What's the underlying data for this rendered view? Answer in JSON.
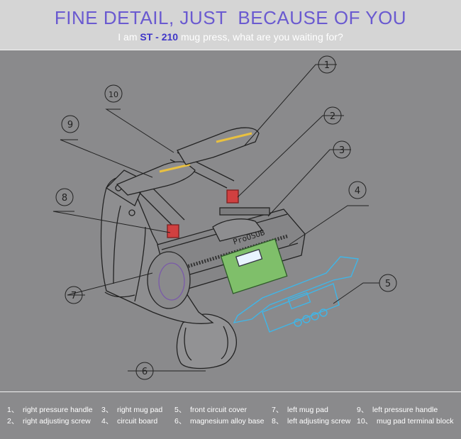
{
  "header": {
    "title": "FINE DETAIL, JUST  BECAUSE OF YOU",
    "subtitle_pre": "I am ",
    "subtitle_model": "ST - 210",
    "subtitle_post": " mug press, what are you waiting for?"
  },
  "callouts": [
    "1",
    "2",
    "3",
    "4",
    "5",
    "6",
    "7",
    "8",
    "9",
    "10"
  ],
  "device_label": "ProOSUB",
  "legend": [
    {
      "num": "1、",
      "label": "right pressure handle"
    },
    {
      "num": "2、",
      "label": "right adjusting screw"
    },
    {
      "num": "3、",
      "label": "right mug pad"
    },
    {
      "num": "4、",
      "label": "circuit board"
    },
    {
      "num": "5、",
      "label": "front circuit cover"
    },
    {
      "num": "6、",
      "label": "magnesium alloy base"
    },
    {
      "num": "7、",
      "label": "left mug pad"
    },
    {
      "num": "8、",
      "label": "left adjusting screw"
    },
    {
      "num": "9、",
      "label": "left pressure handle"
    },
    {
      "num": "10、",
      "label": "mug pad terminal block"
    }
  ],
  "colors": {
    "title": "#6a5ad0",
    "model": "#3f36c8",
    "cover_outline": "#3fb6e8",
    "screw": "#d04040",
    "handle_accent": "#e8c040",
    "board": "#7fbf6a"
  }
}
